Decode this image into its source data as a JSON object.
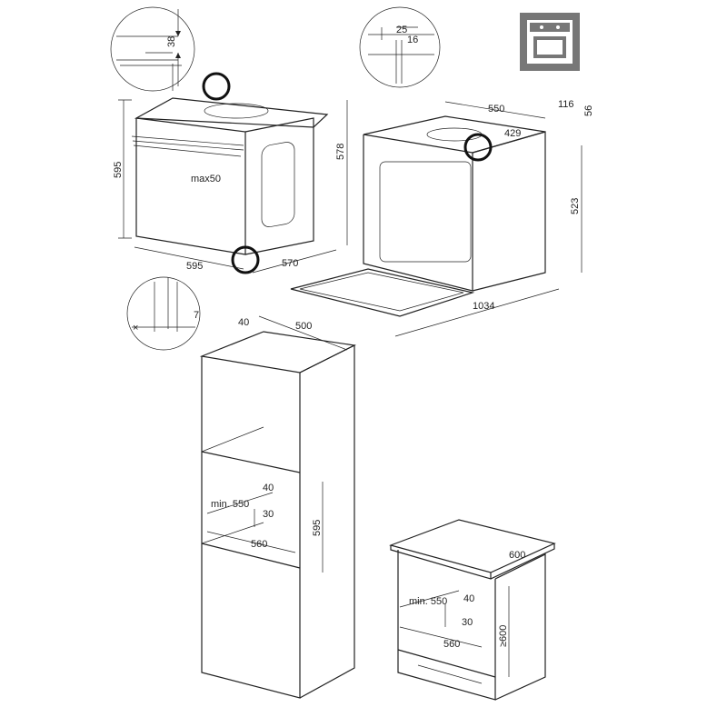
{
  "dimensions": {
    "detail_top_left": "38",
    "detail_top_right_a": "25",
    "detail_top_right_b": "16",
    "detail_bottom_left": "7",
    "detail_bottom_left_mark": "×",
    "oven_height": "595",
    "oven_depth_total": "578",
    "handle_max": "max50",
    "oven_width": "595",
    "oven_depth": "570",
    "open_width": "550",
    "open_side_a": "116",
    "open_side_b": "56",
    "open_depth": "429",
    "open_height": "523",
    "open_door_depth": "1034",
    "tall_depth_gap": "40",
    "tall_depth": "500",
    "tall_min": "min. 550",
    "tall_vent_a": "40",
    "tall_vent_b": "30",
    "tall_niche_height": "595",
    "tall_niche_width": "560",
    "base_depth": "600",
    "base_min": "min. 550",
    "base_vent_a": "40",
    "base_vent_b": "30",
    "base_niche_height": "≥600",
    "base_niche_width": "560"
  },
  "icon": "oven-front-icon"
}
